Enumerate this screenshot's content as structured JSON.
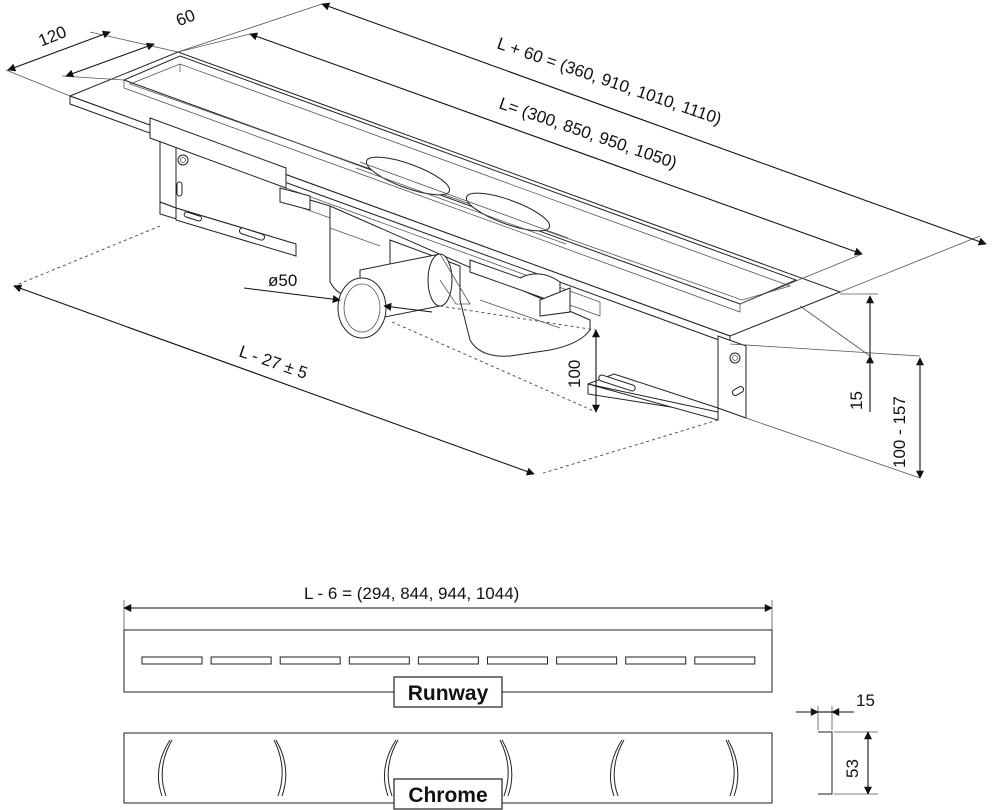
{
  "dimensions": {
    "width_120": "120",
    "width_60": "60",
    "total_length": "L + 60 = (360, 910, 1010, 1110)",
    "body_length": "L= (300, 850, 950, 1050)",
    "outlet_diameter": "ø50",
    "foot_spacing": "L - 27 ± 5",
    "outlet_height": "100",
    "frame_height": "15",
    "adjust_height": "100 - 157",
    "grate_length": "L - 6 = (294, 844, 944, 1044)",
    "profile_width": "15",
    "profile_height": "53"
  },
  "grates": {
    "runway_label": "Runway",
    "chrome_label": "Chrome"
  }
}
